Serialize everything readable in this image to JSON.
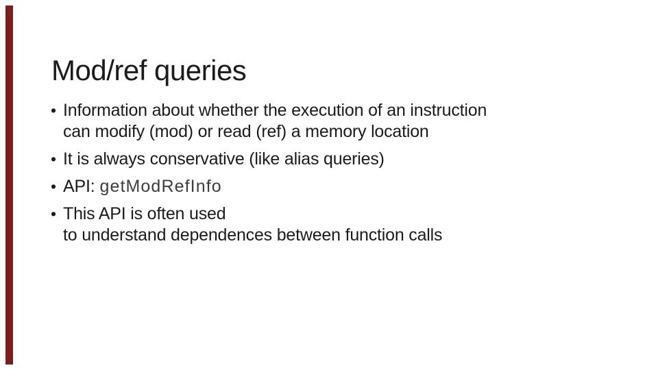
{
  "slide": {
    "title": "Mod/ref queries",
    "accent_color": "#7b1e1e",
    "bullet_glyph": "•",
    "bullets": [
      {
        "lines": [
          "Information about whether the execution of an instruction",
          "can modify (mod) or read (ref) a memory location"
        ]
      },
      {
        "lines": [
          "It is always conservative (like alias queries)"
        ]
      },
      {
        "prefix": "API:",
        "code": "getModRefInfo"
      },
      {
        "lines": [
          "This API is often used",
          "to understand dependences between function calls"
        ]
      }
    ]
  }
}
